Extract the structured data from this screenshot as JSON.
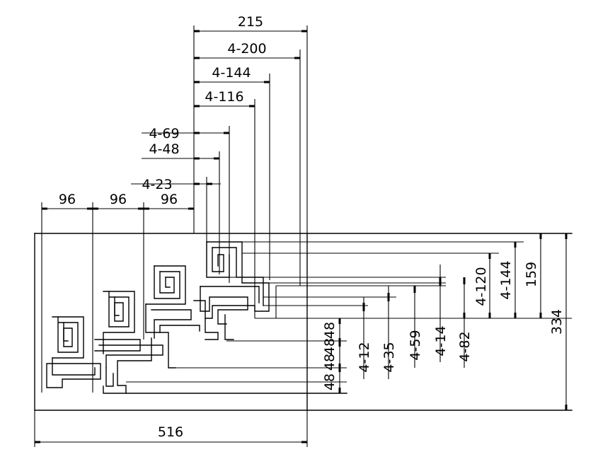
{
  "dimensions": {
    "top": {
      "d215": "215",
      "d4_200": "4-200",
      "d4_144": "4-144",
      "d4_116": "4-116",
      "d4_69": "4-69",
      "d4_48": "4-48",
      "d4_23": "4-23",
      "d96_a": "96",
      "d96_b": "96",
      "d96_c": "96"
    },
    "bottom": {
      "d516": "516"
    },
    "right": {
      "d4_120": "4-120",
      "d4_144": "4-144",
      "d159": "159",
      "d334": "334"
    },
    "middle": {
      "d48_a": "48",
      "d48_b": "48",
      "d48_c": "48",
      "d48_d": "48",
      "d4_12": "4-12",
      "d4_35": "4-35",
      "d4_59": "4-59",
      "d4_14": "4-14",
      "d4_82": "4-82"
    }
  }
}
